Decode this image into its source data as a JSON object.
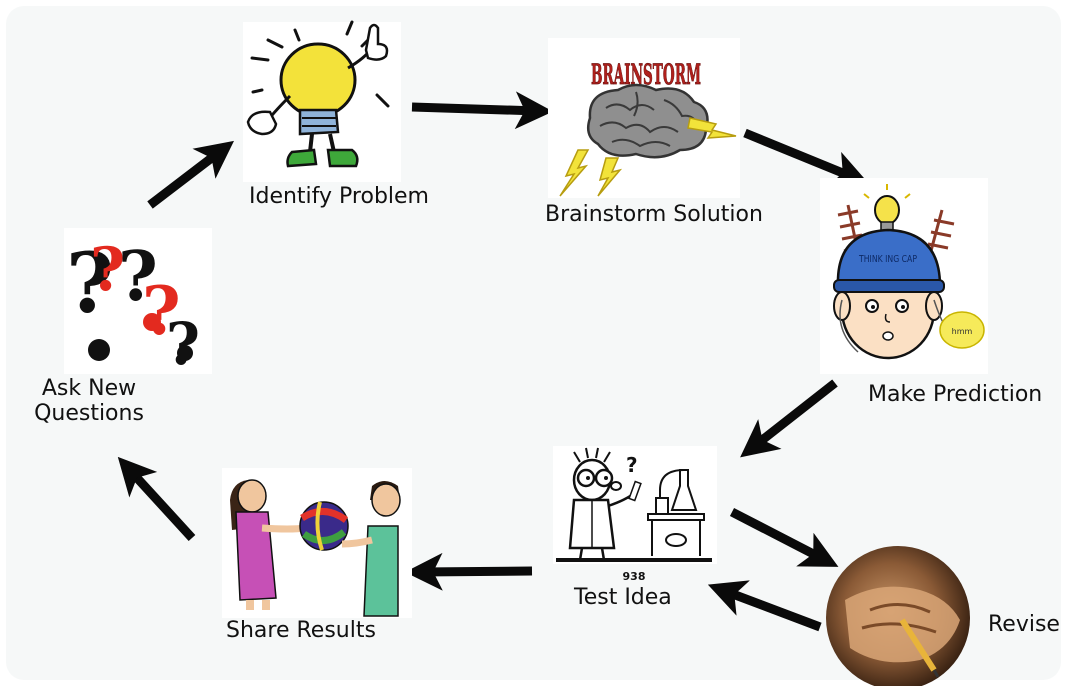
{
  "colors": {
    "background": "#f6f8f8",
    "arrow": "#0a0a0a",
    "accent_red": "#e32a1f",
    "bulb_yellow": "#f3e23a",
    "helmet_blue": "#3a6ec8",
    "brainstorm_red": "#b0201c"
  },
  "steps": [
    {
      "label": "Identify Problem",
      "icon": "lightbulb-character-icon"
    },
    {
      "label": "Brainstorm Solution",
      "icon": "brainstorm-brain-icon",
      "banner": "BRAINSTORM"
    },
    {
      "label": "Make Prediction",
      "icon": "think-cap-boy-icon",
      "cap_text": "THINK ING CAP",
      "bubble_text": "hmm"
    },
    {
      "label": "Test Idea",
      "icon": "scientist-lab-icon",
      "caption": "938"
    },
    {
      "label": "Revise",
      "icon": "hand-writing-icon"
    },
    {
      "label": "Share Results",
      "icon": "people-sharing-ball-icon"
    },
    {
      "label_line1": "Ask New",
      "label_line2": "Questions",
      "icon": "question-marks-icon"
    }
  ]
}
